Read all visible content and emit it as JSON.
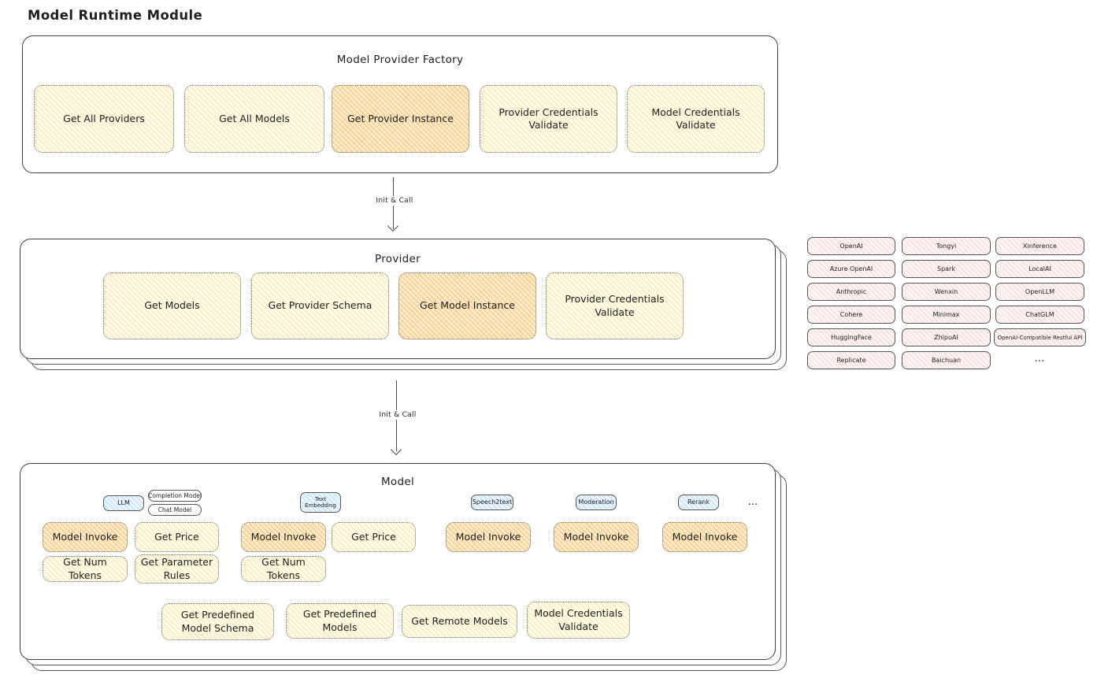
{
  "title": "Model Runtime Module",
  "arrows": {
    "init_call_1": "Init & Call",
    "init_call_2": "Init & Call"
  },
  "factory": {
    "title": "Model Provider Factory",
    "buttons": [
      "Get All Providers",
      "Get All Models",
      "Get Provider Instance",
      "Provider Credentials Validate",
      "Model Credentials Validate"
    ]
  },
  "provider": {
    "title": "Provider",
    "buttons": [
      "Get Models",
      "Get Provider Schema",
      "Get Model Instance",
      "Provider Credentials Validate"
    ]
  },
  "vendors": {
    "col1": [
      "OpenAI",
      "Azure OpenAI",
      "Anthropic",
      "Cohere",
      "HuggingFace",
      "Replicate"
    ],
    "col2": [
      "Tongyi",
      "Spark",
      "Wenxin",
      "Minimax",
      "ZhipuAI",
      "Baichuan"
    ],
    "col3": [
      "Xinference",
      "LocalAI",
      "OpenLLM",
      "ChatGLM",
      "OpenAI-Compatible Restful API"
    ],
    "more": "..."
  },
  "model": {
    "title": "Model",
    "tags": {
      "llm": "LLM",
      "completion": "Completion Model",
      "chat": "Chat Model",
      "text_embedding": "Text Embedding",
      "speech2text": "Speech2text",
      "moderation": "Moderation",
      "rerank": "Rerank",
      "more": "..."
    },
    "buttons": {
      "model_invoke": "Model Invoke",
      "get_price": "Get Price",
      "get_num_tokens": "Get Num Tokens",
      "get_parameter_rules": "Get Parameter Rules"
    },
    "bottom": [
      "Get Predefined Model Schema",
      "Get Predefined Models",
      "Get Remote Models",
      "Model Credentials Validate"
    ]
  },
  "colors": {
    "yellow": "#ffec99",
    "orange": "#ffd8a8",
    "pink": "#ffc9c9",
    "blue": "#a5d8ff",
    "stroke": "#3d4043"
  }
}
